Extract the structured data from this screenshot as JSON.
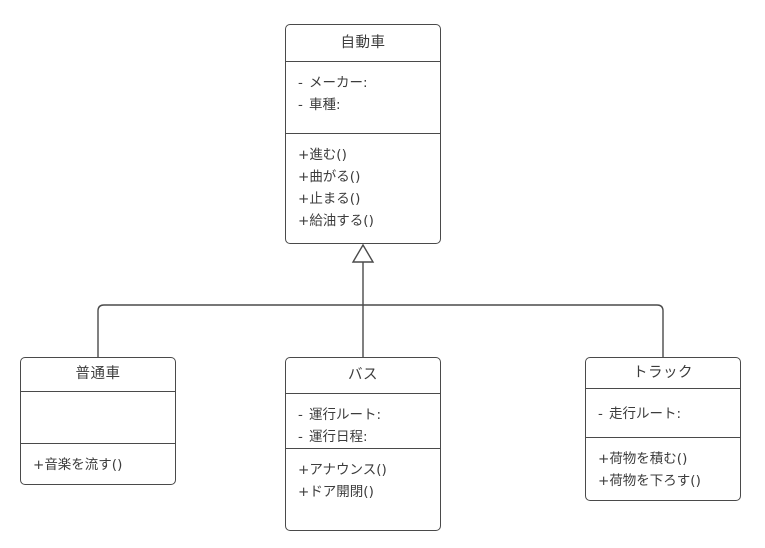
{
  "diagram": {
    "type": "uml-class-diagram",
    "relationship": "generalization",
    "stroke_color": "#4a4a4a",
    "text_color": "#3c3c3c",
    "background_color": "#ffffff",
    "classes": {
      "automobile": {
        "name": "自動車",
        "attributes": [
          {
            "visibility": "-",
            "text": "メーカー:"
          },
          {
            "visibility": "-",
            "text": "車種:"
          }
        ],
        "operations": [
          {
            "visibility": "+",
            "text": "進む()"
          },
          {
            "visibility": "+",
            "text": "曲がる()"
          },
          {
            "visibility": "+",
            "text": "止まる()"
          },
          {
            "visibility": "+",
            "text": "給油する()"
          }
        ]
      },
      "ordinary_car": {
        "name": "普通車",
        "attributes": [],
        "operations": [
          {
            "visibility": "+",
            "text": "音楽を流す()"
          }
        ]
      },
      "bus": {
        "name": "バス",
        "attributes": [
          {
            "visibility": "-",
            "text": "運行ルート:"
          },
          {
            "visibility": "-",
            "text": "運行日程:"
          }
        ],
        "operations": [
          {
            "visibility": "+",
            "text": "アナウンス()"
          },
          {
            "visibility": "+",
            "text": "ドア開閉()"
          }
        ]
      },
      "truck": {
        "name": "トラック",
        "attributes": [
          {
            "visibility": "-",
            "text": "走行ルート:"
          }
        ],
        "operations": [
          {
            "visibility": "+",
            "text": "荷物を積む()"
          },
          {
            "visibility": "+",
            "text": "荷物を下ろす()"
          }
        ]
      }
    }
  }
}
